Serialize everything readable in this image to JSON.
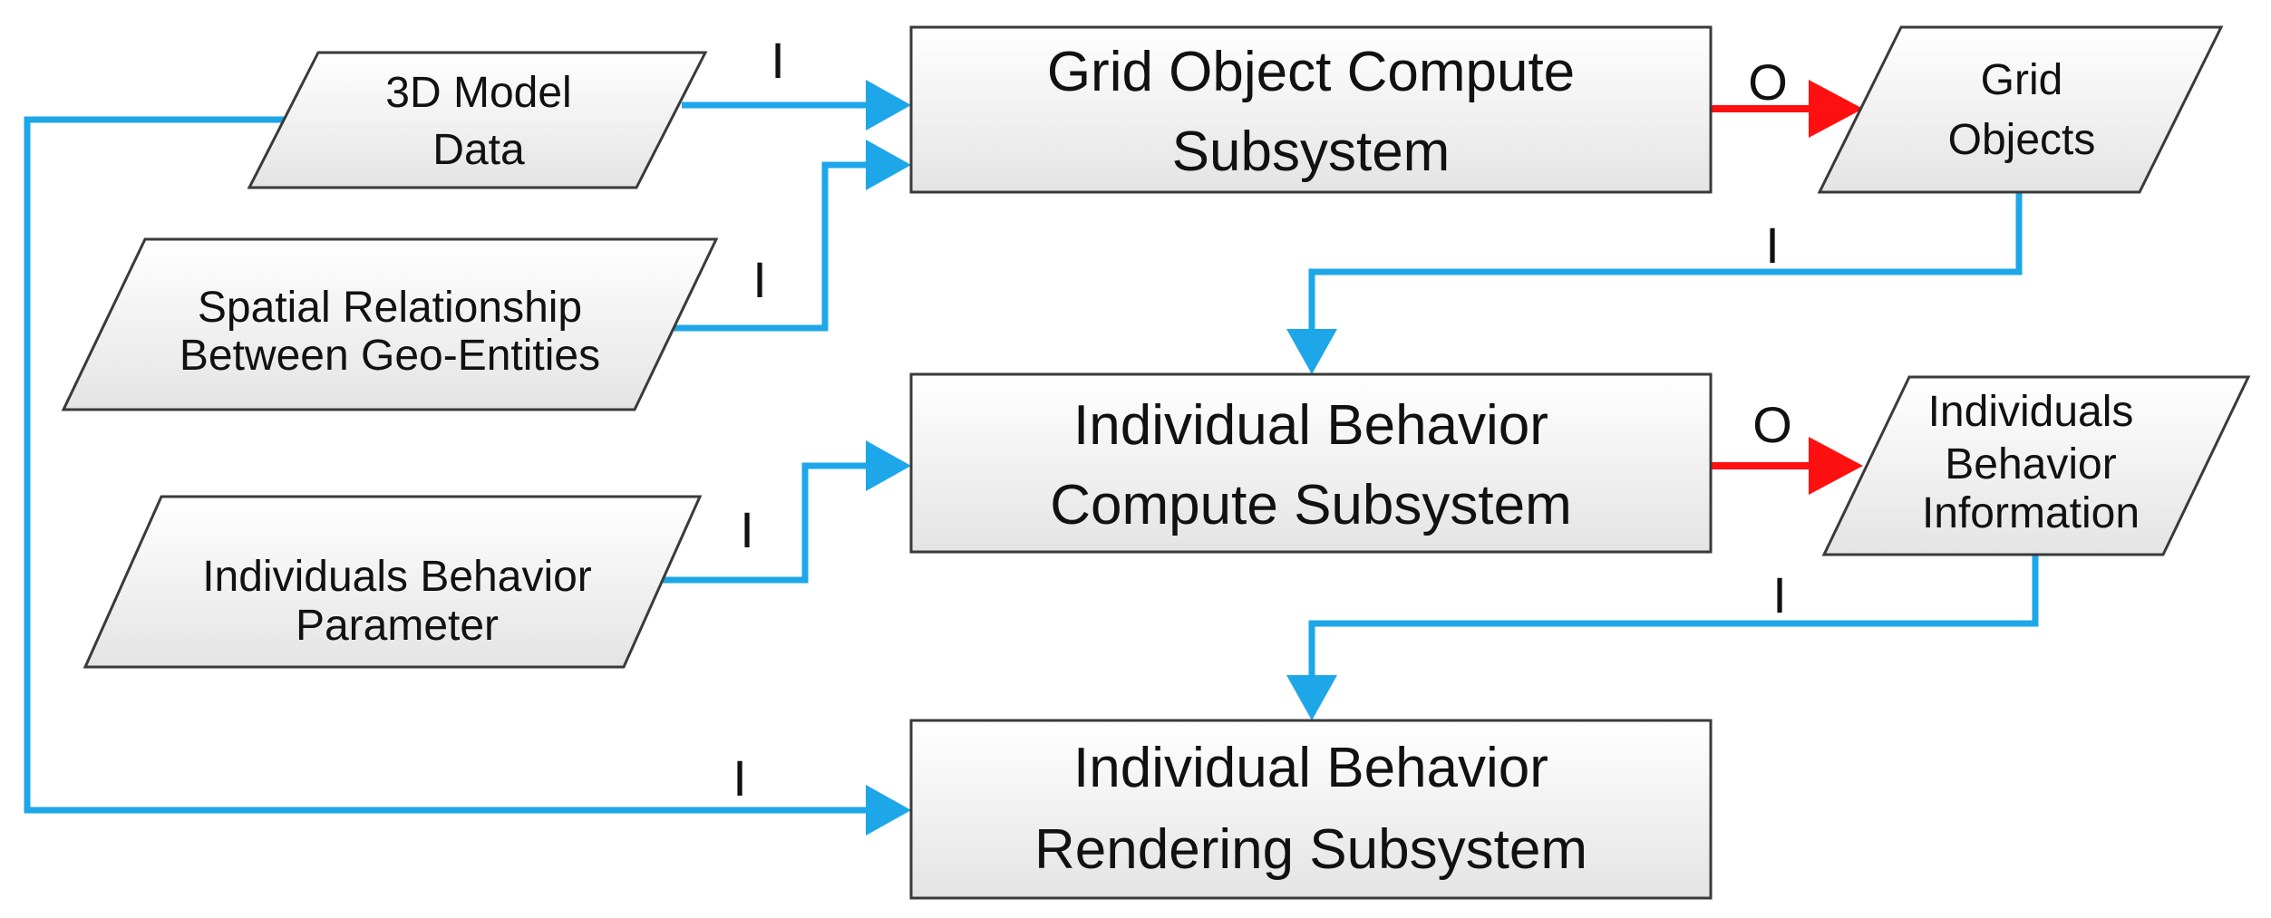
{
  "colors": {
    "input_line": "#1ea7e8",
    "output_line": "#ff1010",
    "box_stroke": "#3a3a3a",
    "box_fill_top": "#ffffff",
    "box_fill_bottom": "#e4e4e4"
  },
  "inputs": {
    "model_data": {
      "line1": "3D Model",
      "line2": "Data"
    },
    "spatial": {
      "line1": "Spatial Relationship",
      "line2": "Between Geo-Entities"
    },
    "behavior_param": {
      "line1": "Individuals  Behavior",
      "line2": "Parameter"
    }
  },
  "subsystems": {
    "grid": {
      "line1": "Grid Object Compute",
      "line2": "Subsystem"
    },
    "behavior": {
      "line1": "Individual Behavior",
      "line2": "Compute Subsystem"
    },
    "rendering": {
      "line1": "Individual Behavior",
      "line2": "Rendering  Subsystem"
    }
  },
  "outputs": {
    "grid_objects": {
      "line1": "Grid",
      "line2": "Objects"
    },
    "behavior_info": {
      "line1": "Individuals",
      "line2": "Behavior",
      "line3": "Information"
    }
  },
  "edge_labels": {
    "input": "I",
    "output": "O"
  }
}
